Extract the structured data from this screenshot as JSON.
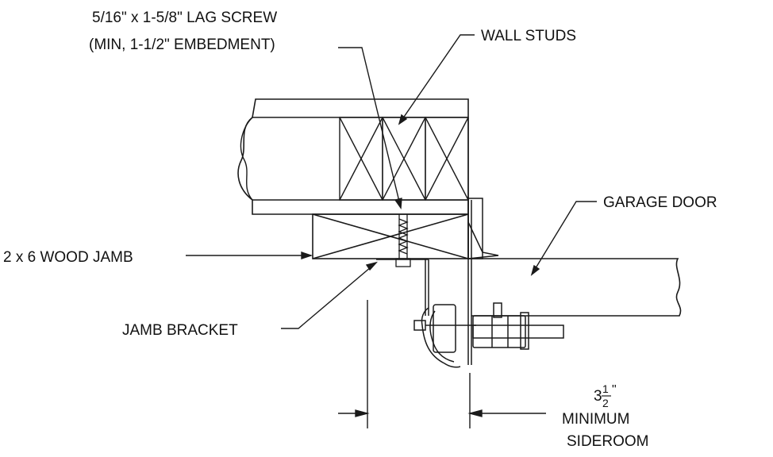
{
  "labels": {
    "lag_screw_line1": "5/16\" x 1-5/8\" LAG SCREW",
    "lag_screw_line2": "(MIN, 1-1/2\" EMBEDMENT)",
    "wall_studs": "WALL STUDS",
    "garage_door": "GARAGE DOOR",
    "wood_jamb": "2 x 6 WOOD JAMB",
    "jamb_bracket": "JAMB BRACKET",
    "dimension_whole": "3",
    "dimension_numerator": "1",
    "dimension_denominator": "2",
    "dimension_inch_mark": "\"",
    "sideroom_line1": "MINIMUM",
    "sideroom_line2": "SIDEROOM"
  }
}
